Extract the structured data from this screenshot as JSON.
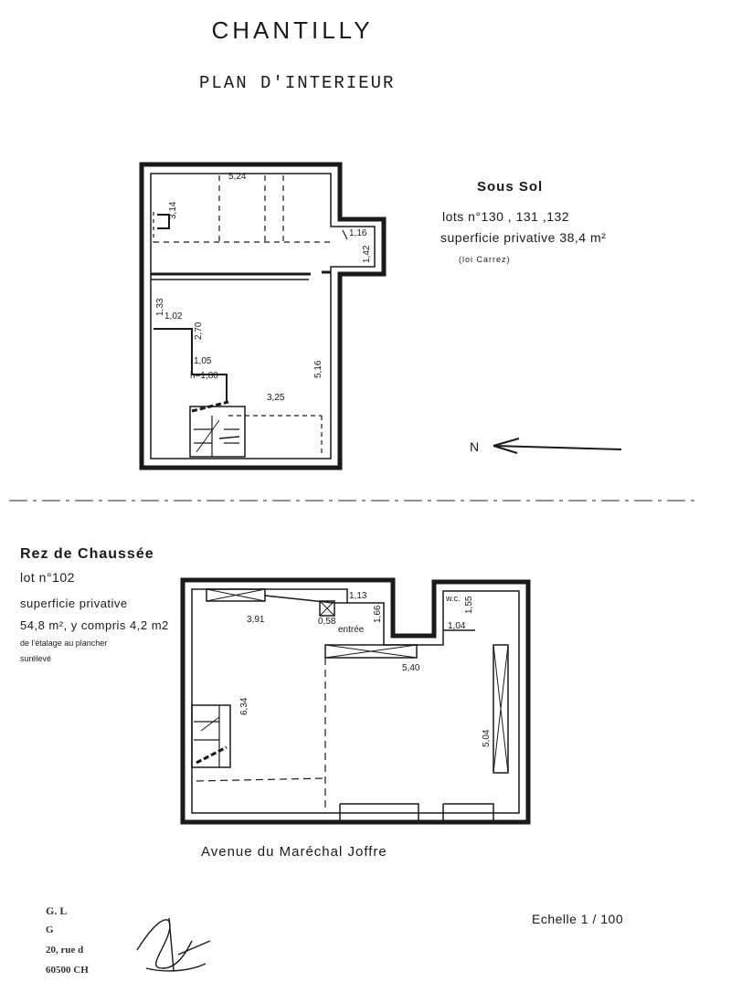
{
  "header": {
    "title": "CHANTILLY",
    "subtitle": "PLAN D'INTERIEUR"
  },
  "sous_sol": {
    "name": "Sous Sol",
    "lots": "lots n°130 , 131 ,132",
    "surface": "superficie privative 38,4 m²",
    "law": "(loi Carrez)",
    "dims": {
      "d524": "5,24",
      "d314": "3,14",
      "d116": "1,16",
      "d142": "1,42",
      "d133": "1,33",
      "d102": "1,02",
      "d270": "2,70",
      "d105": "1,05",
      "h180": "h=1,80",
      "d325": "3,25",
      "d516": "5,16"
    },
    "compass_label": "N"
  },
  "rdc": {
    "name": "Rez de Chaussée",
    "lot": "lot n°102",
    "surface_label": "superficie privative",
    "surface_value": "54,8 m², y compris 4,2 m2",
    "note1": "de l'étalage au plancher",
    "note2": "surélevé",
    "dims": {
      "d113": "1,13",
      "d166": "1,66",
      "d391": "3,91",
      "d058": "0,58",
      "entree": "entrée",
      "wc": "w.c.",
      "d155": "1,55",
      "d104": "1,04",
      "d540": "5,40",
      "d634": "6,34",
      "d504": "5,04"
    },
    "street": "Avenue du Maréchal Joffre"
  },
  "footer": {
    "scale": "Echelle 1 / 100",
    "stamp_line1": "G. L",
    "stamp_line2": "G",
    "stamp_line3": "20, rue d",
    "stamp_line4": "60500 CH"
  }
}
